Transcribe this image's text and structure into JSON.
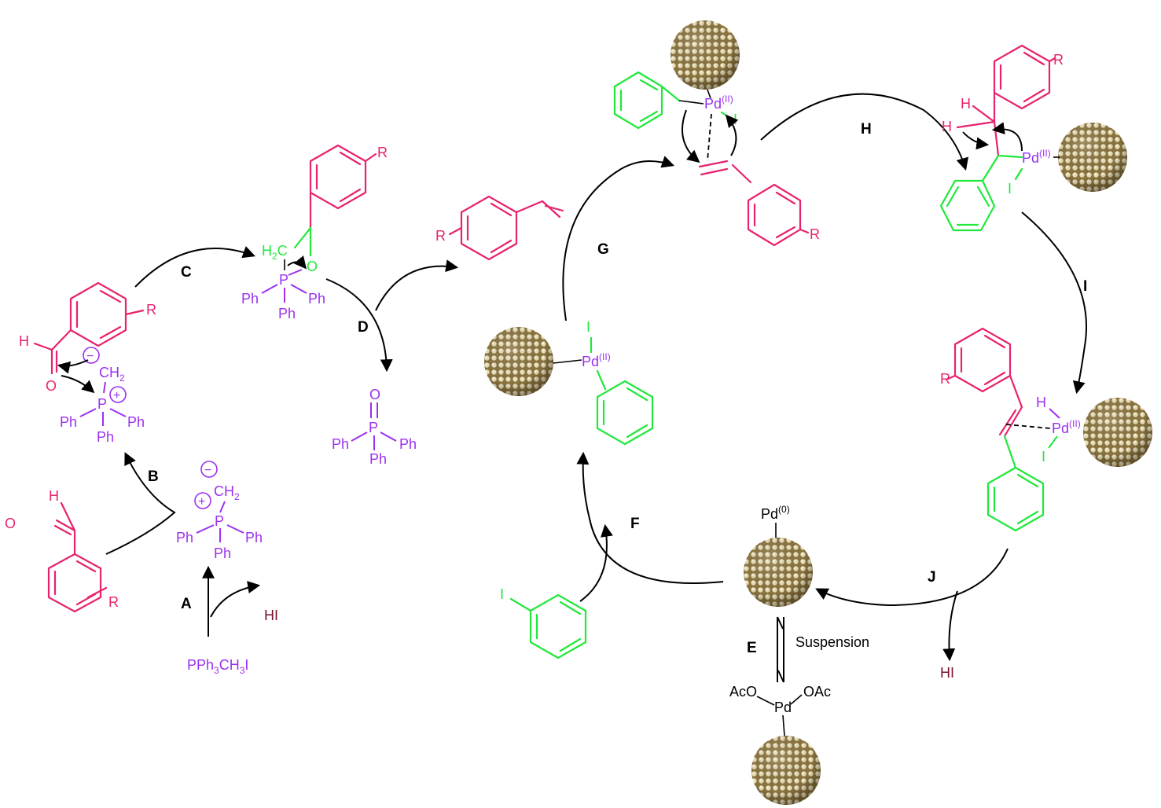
{
  "colors": {
    "pink": "#e8226e",
    "green": "#20e83a",
    "purple": "#9b30f0",
    "maroon": "#7a1028",
    "black": "#000000",
    "particle_light": "#d8c9a0",
    "particle_dark": "#6e5a2c"
  },
  "steps": {
    "A": "A",
    "B": "B",
    "C": "C",
    "D": "D",
    "E": "E",
    "F": "F",
    "G": "G",
    "H": "H",
    "I": "I",
    "J": "J"
  },
  "labels": {
    "reagent_pre": "PPh",
    "reagent_sub1": "3",
    "reagent_mid": "CH",
    "reagent_sub2": "3",
    "reagent_post": "I",
    "hi": "HI",
    "ph": "Ph",
    "p": "P",
    "o": "O",
    "h": "H",
    "i": "I",
    "r": "R",
    "ch2": "CH",
    "sub2": "2",
    "h2c": "H",
    "h2c_c": "C",
    "pd": "Pd",
    "ox_ii": "(II)",
    "ox_0": "(0)",
    "aco": "AcO",
    "oac": "OAc",
    "suspension": "Suspension",
    "minus": "−",
    "plus": "+"
  },
  "icons": [
    "pd-nanoparticle-icon"
  ]
}
